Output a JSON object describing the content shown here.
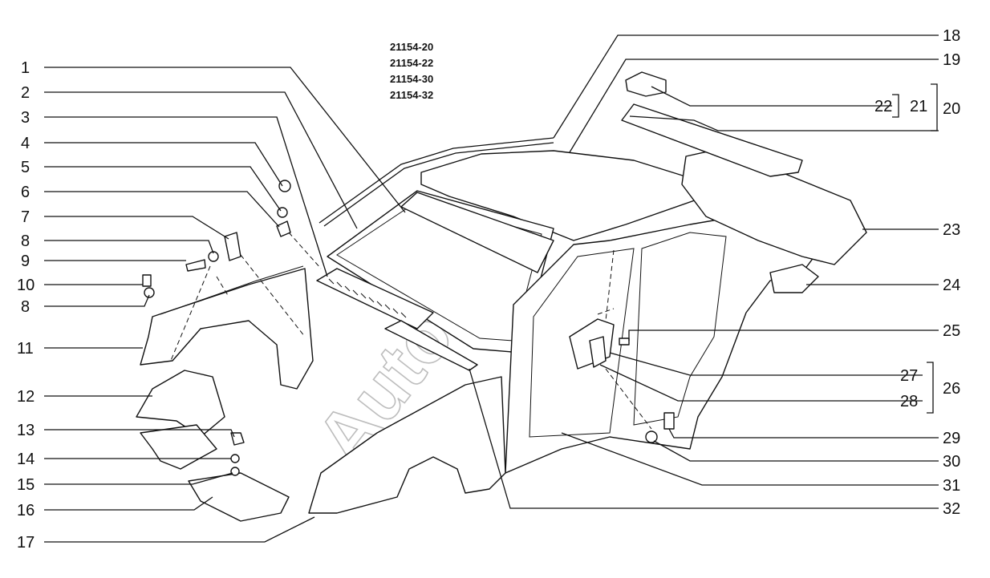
{
  "model_codes": [
    "21154-20",
    "21154-22",
    "21154-30",
    "21154-32"
  ],
  "callouts_left": [
    "1",
    "2",
    "3",
    "4",
    "5",
    "6",
    "7",
    "8",
    "9",
    "10",
    "8",
    "11",
    "12",
    "13",
    "14",
    "15",
    "16",
    "17"
  ],
  "callouts_right": [
    "18",
    "19",
    "22",
    "21",
    "20",
    "23",
    "24",
    "25",
    "27",
    "26",
    "28",
    "29",
    "30",
    "31",
    "32"
  ],
  "watermark": "AutoSoft"
}
